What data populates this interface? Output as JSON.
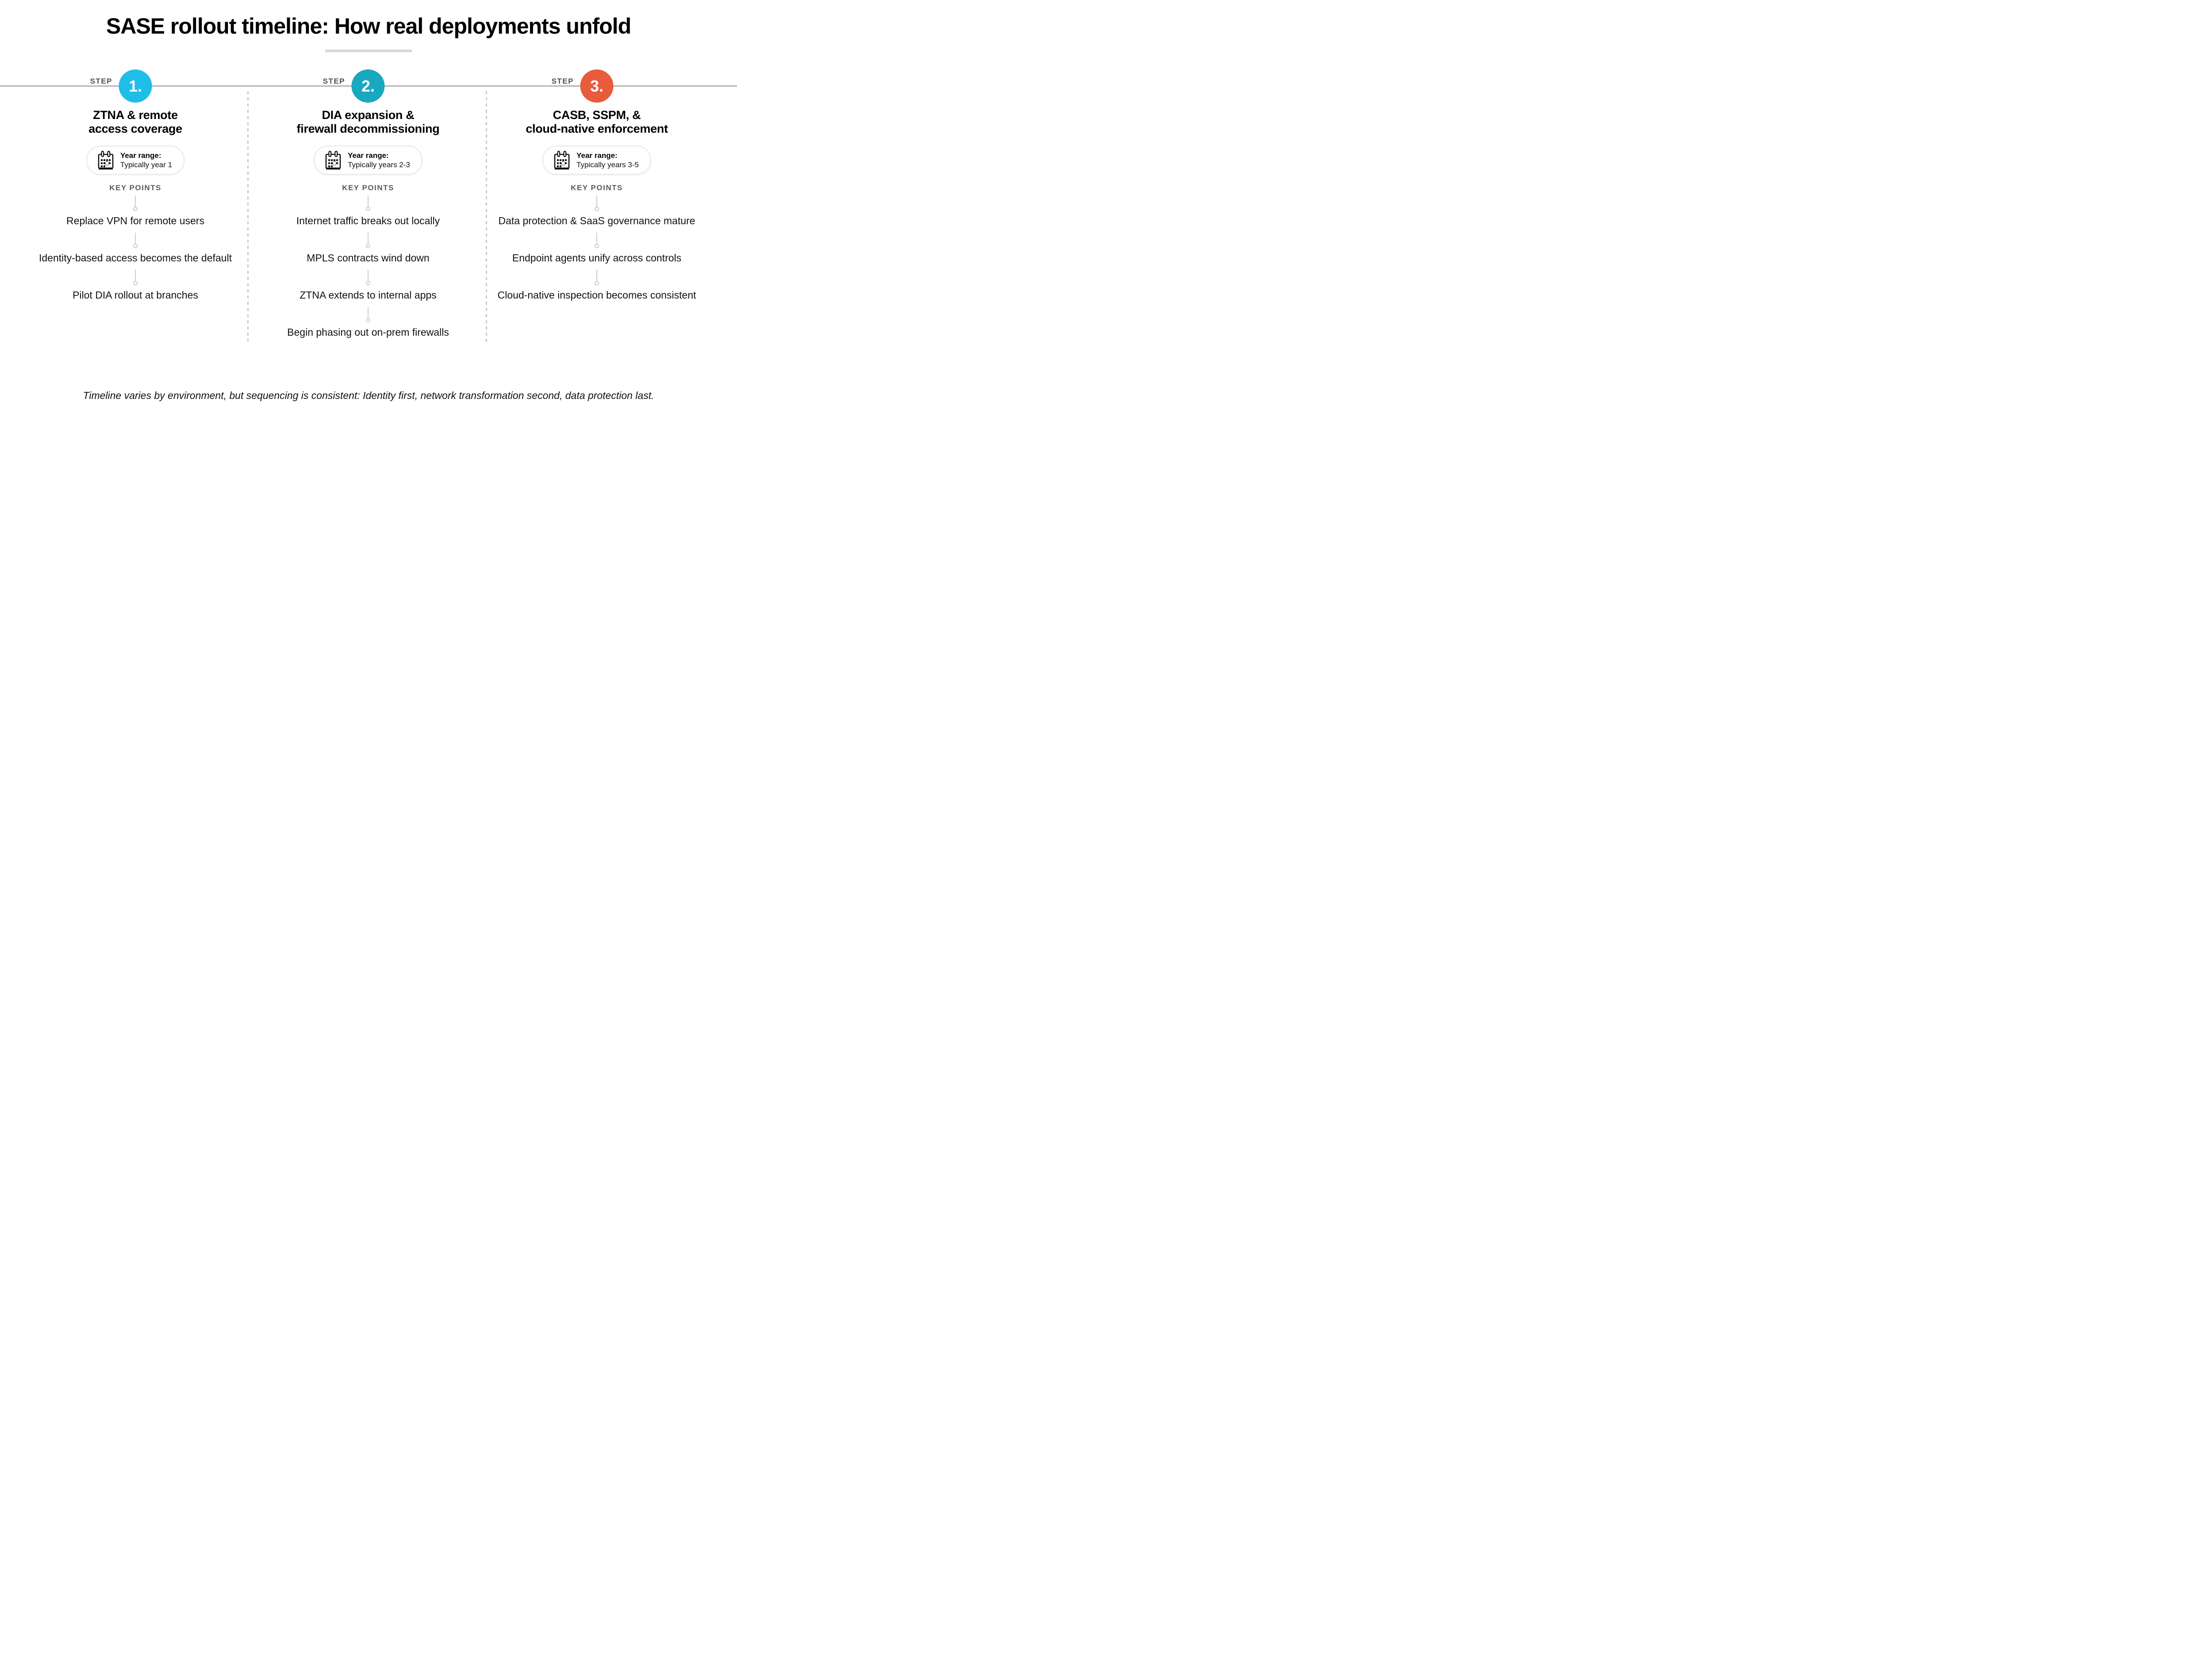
{
  "title": "SASE rollout timeline: How real deployments unfold",
  "step_label": "STEP",
  "year_range_label": "Year range:",
  "key_points_label": "KEY POINTS",
  "year_range_icon": "calendar-icon",
  "footer": "Timeline varies by environment, but sequencing is consistent: Identity first, network transformation second, data protection last.",
  "colors": {
    "step1_circle": "#1FBDE8",
    "step2_circle": "#1AA8BE",
    "step3_circle": "#E85B3B",
    "timeline_line": "#b3b3b3",
    "separator_dash": "#c9c9c9",
    "step_label_gray": "#4d4d4d",
    "key_points_gray": "#595959"
  },
  "steps": [
    {
      "number": "1.",
      "title": "ZTNA & remote access coverage",
      "title_lines": [
        "ZTNA & remote",
        "access coverage"
      ],
      "year_range": "Typically year 1",
      "circle_color": "#1FBDE8",
      "key_points": [
        "Replace VPN for remote users",
        "Identity-based access becomes the default",
        "Pilot DIA rollout at branches"
      ]
    },
    {
      "number": "2.",
      "title": "DIA expansion & firewall decommissioning",
      "title_lines": [
        "DIA expansion &",
        "firewall decommissioning"
      ],
      "year_range": "Typically years 2-3",
      "circle_color": "#1AA8BE",
      "key_points": [
        "Internet traffic breaks out locally",
        "MPLS contracts wind down",
        "ZTNA extends to internal apps",
        "Begin phasing out on-prem firewalls"
      ]
    },
    {
      "number": "3.",
      "title": "CASB, SSPM, & cloud-native enforcement",
      "title_lines": [
        "CASB, SSPM, &",
        "cloud-native enforcement"
      ],
      "year_range": "Typically years 3-5",
      "circle_color": "#E85B3B",
      "key_points": [
        "Data protection & SaaS governance mature",
        "Endpoint agents unify across controls",
        "Cloud-native inspection becomes consistent"
      ]
    }
  ]
}
